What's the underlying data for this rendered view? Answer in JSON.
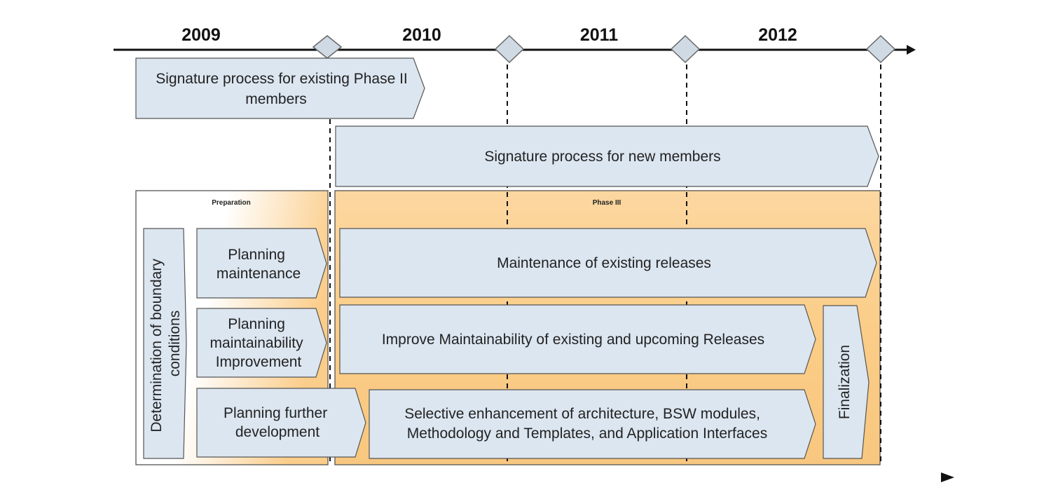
{
  "timeline": {
    "years": [
      "2009",
      "2010",
      "2011",
      "2012"
    ]
  },
  "top_arrows": {
    "phase2": [
      "Signature process for existing Phase II",
      "members"
    ],
    "new_members": "Signature process for new members"
  },
  "preparation": {
    "title": "Preparation",
    "boundary": [
      "Determination of boundary",
      "conditions"
    ],
    "planning_maintenance": [
      "Planning",
      "maintenance"
    ],
    "planning_maintainability": [
      "Planning",
      "maintainability",
      "Improvement"
    ],
    "planning_further": [
      "Planning further",
      "development"
    ]
  },
  "phase3": {
    "title": "Phase III",
    "maintenance": "Maintenance of existing releases",
    "improve": "Improve Maintainability of existing and upcoming Releases",
    "selective": [
      "Selective enhancement of architecture, BSW modules,",
      "Methodology and Templates, and Application Interfaces"
    ],
    "finalization": "Finalization"
  },
  "colors": {
    "box_fill": "#dce6f0",
    "phase_fill": "#fbcf8c",
    "border": "#555555"
  }
}
